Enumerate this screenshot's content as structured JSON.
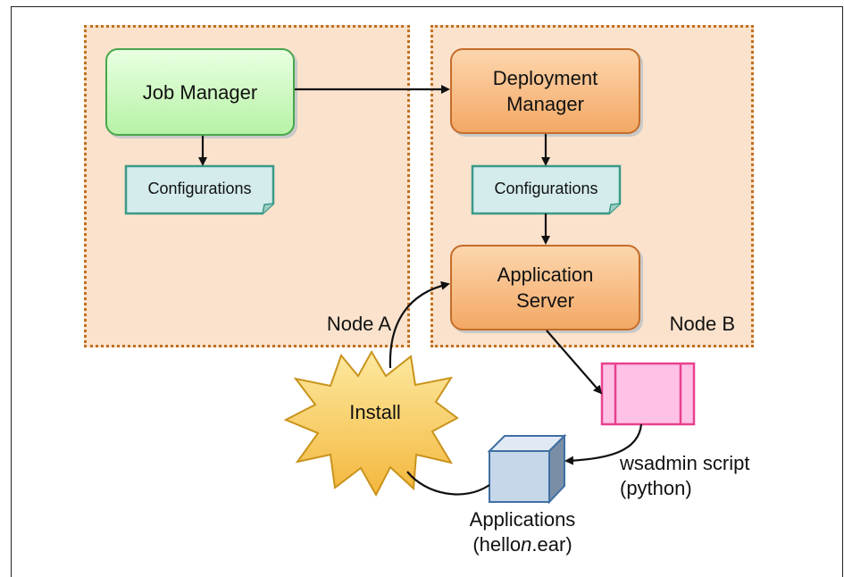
{
  "nodes": {
    "node_a": {
      "label": "Node A"
    },
    "node_b": {
      "label": "Node B"
    }
  },
  "components": {
    "job_manager": "Job Manager",
    "deployment_manager": [
      "Deployment",
      "Manager"
    ],
    "configurations_a": "Configurations",
    "configurations_b": "Configurations",
    "application_server": [
      "Application",
      "Server"
    ],
    "install": "Install"
  },
  "script": {
    "line1": "wsadmin script",
    "line2": "(python)"
  },
  "applications": {
    "line1": "Applications",
    "line2_prefix": "(hello",
    "line2_italic": "n",
    "line2_suffix": ".ear)"
  },
  "colors": {
    "node_fill": "#fbe2cc",
    "node_border": "#c07020",
    "job_manager": "#b7f2a6",
    "orange_box": "#f3a865",
    "config_doc": "#d4ecec",
    "starburst": "#f8c752",
    "script_fill": "#ffc2e6",
    "script_border": "#e8418f",
    "cube": "#c6d7ea"
  }
}
